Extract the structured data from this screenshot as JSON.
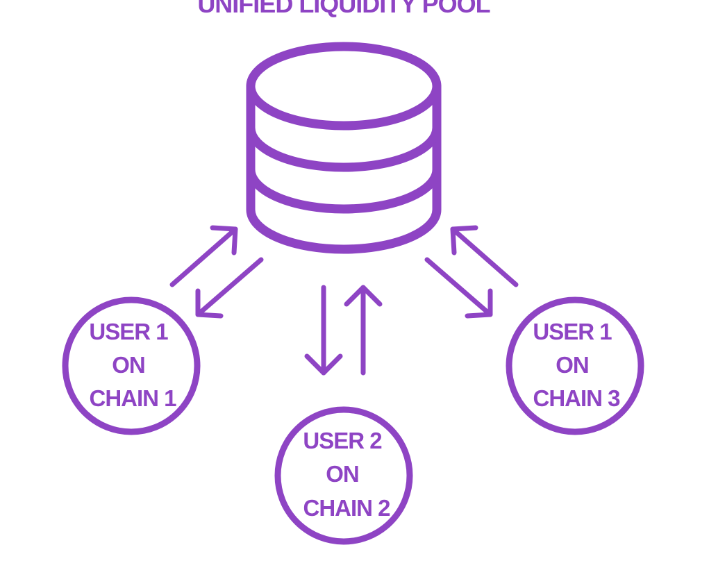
{
  "colors": {
    "accent": "#8E44C4",
    "background": "#ffffff"
  },
  "title": "UNIFIED LIQUIDITY POOL",
  "pool": {
    "icon": "database-icon"
  },
  "nodes": {
    "left": [
      "USER 1",
      "ON",
      "CHAIN 1"
    ],
    "center": [
      "USER 2",
      "ON",
      "CHAIN 2"
    ],
    "right": [
      "USER 1",
      "ON",
      "CHAIN 3"
    ]
  },
  "arrows": {
    "icon": "bidirectional-arrow-icon"
  }
}
